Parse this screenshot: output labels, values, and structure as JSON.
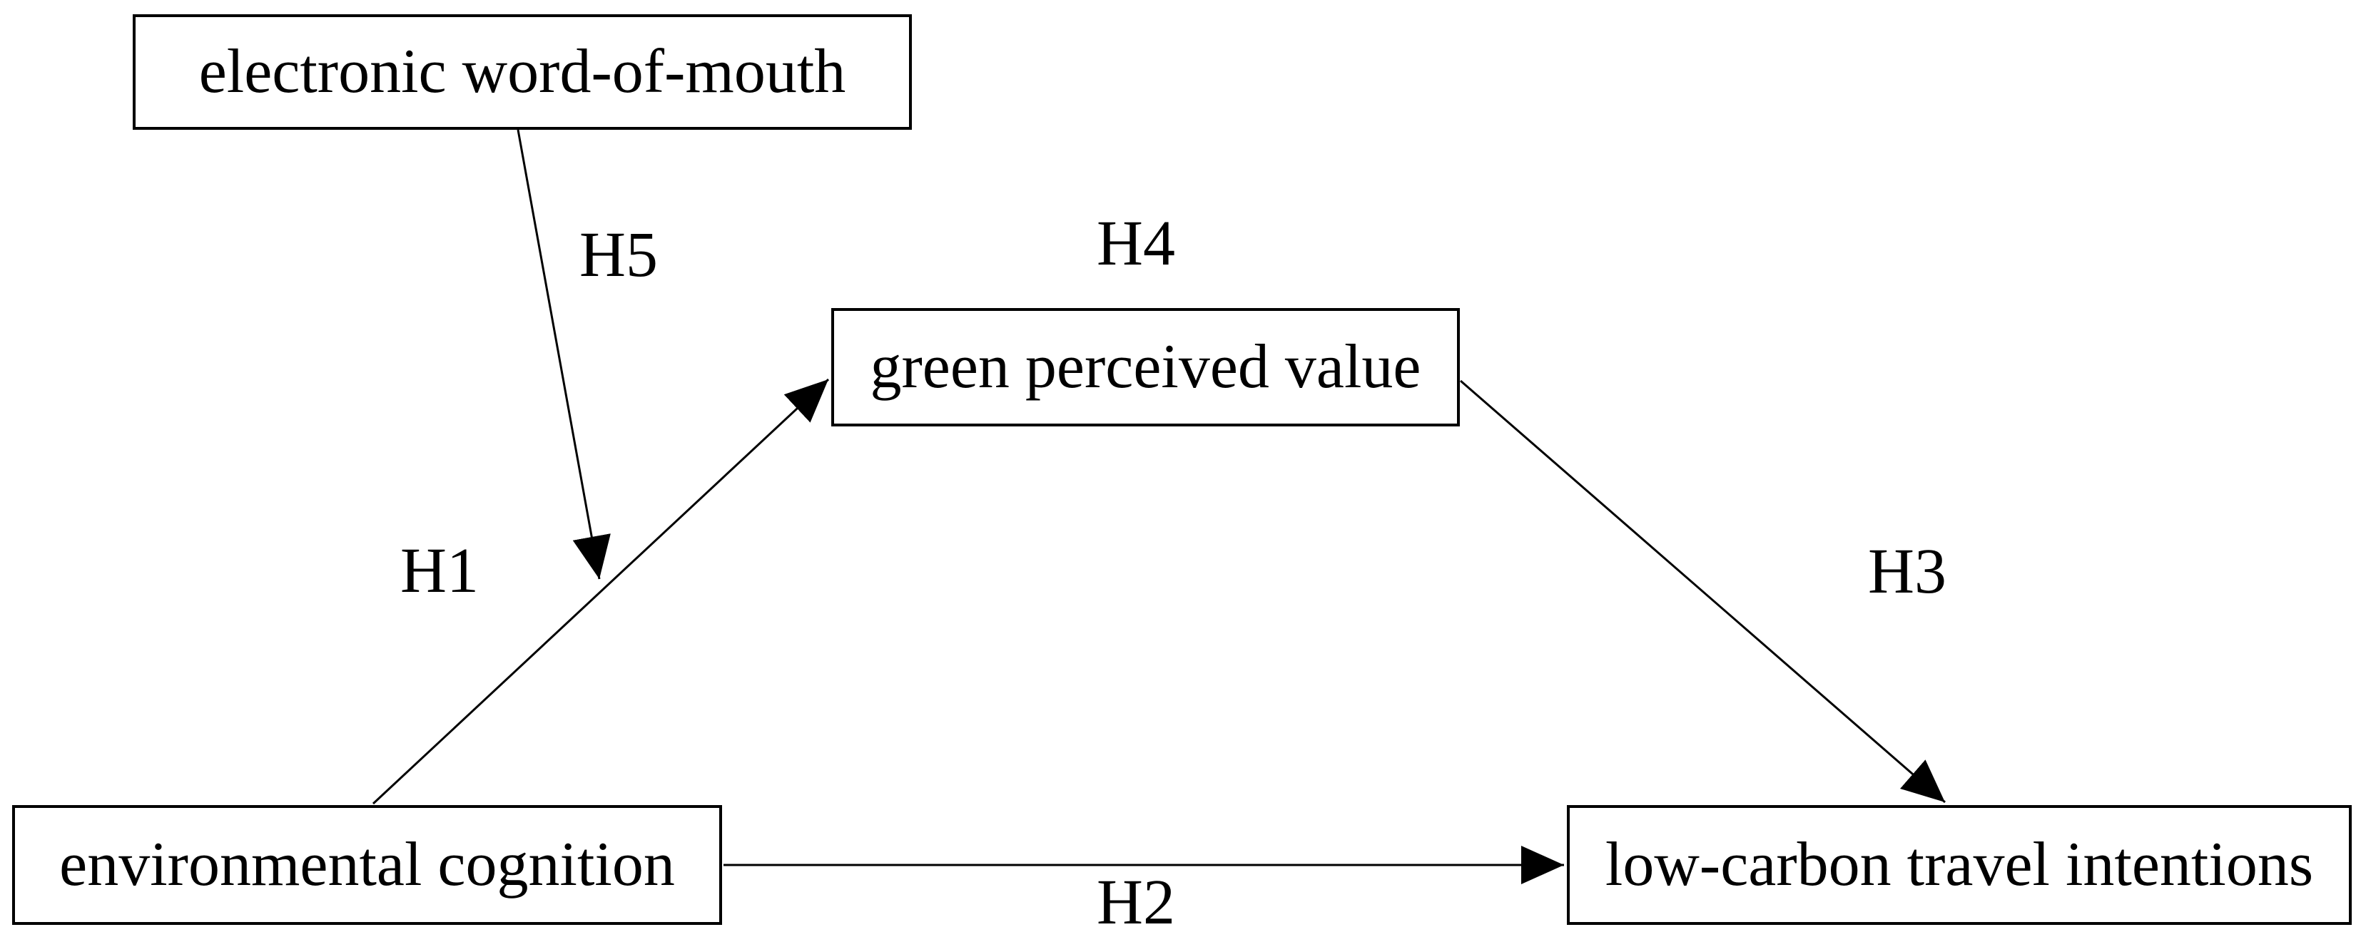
{
  "diagram": {
    "background_color": "#ffffff",
    "ink_color": "#000000",
    "nodes": [
      {
        "label": "electronic word-of-mouth"
      },
      {
        "label": "green perceived value"
      },
      {
        "label": "environmental cognition"
      },
      {
        "label": "low-carbon travel intentions"
      }
    ],
    "hypotheses": [
      {
        "label": "H1",
        "from": "environmental cognition",
        "to": "green perceived value"
      },
      {
        "label": "H2",
        "from": "environmental cognition",
        "to": "low-carbon travel intentions"
      },
      {
        "label": "H3",
        "from": "green perceived value",
        "to": "low-carbon travel intentions"
      },
      {
        "label": "H4",
        "near": "green perceived value"
      },
      {
        "label": "H5",
        "from": "electronic word-of-mouth",
        "to": "H1 path"
      }
    ]
  }
}
